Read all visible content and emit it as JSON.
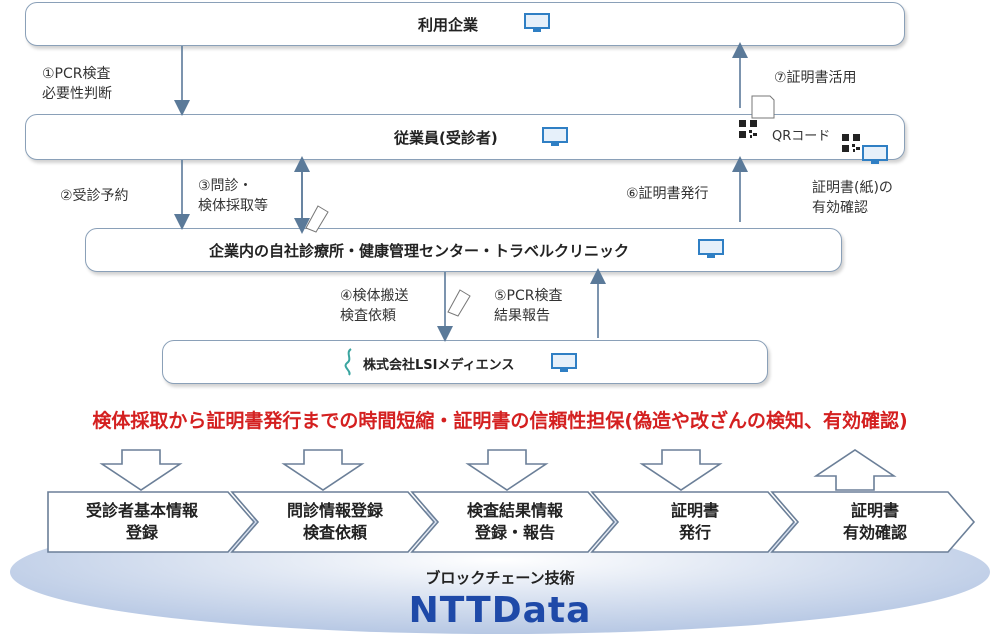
{
  "nodes": {
    "company": "利用企業",
    "employee": "従業員(受診者)",
    "clinic": "企業内の自社診療所・健康管理センター・トラベルクリニック",
    "lsi": "株式会社LSIメディエンス"
  },
  "flows": {
    "f1_line1": "①PCR検査",
    "f1_line2": "必要性判断",
    "f2": "②受診予約",
    "f3_line1": "③問診・",
    "f3_line2": "検体採取等",
    "f4_line1": "④検体搬送",
    "f4_line2": "検査依頼",
    "f5_line1": "⑤PCR検査",
    "f5_line2": "結果報告",
    "f6": "⑥証明書発行",
    "f7": "⑦証明書活用",
    "qr": "QRコード",
    "paper_line1": "証明書(紙)の",
    "paper_line2": "有効確認"
  },
  "headline": "検体採取から証明書発行までの時間短縮・証明書の信頼性担保(偽造や改ざんの検知、有効確認)",
  "steps": [
    {
      "line1": "受診者基本情報",
      "line2": "登録"
    },
    {
      "line1": "問診情報登録",
      "line2": "検査依頼"
    },
    {
      "line1": "検査結果情報",
      "line2": "登録・報告"
    },
    {
      "line1": "証明書",
      "line2": "発行"
    },
    {
      "line1": "証明書",
      "line2": "有効確認"
    }
  ],
  "blockchain_label": "ブロックチェーン技術",
  "logo_text": "NTTData",
  "colors": {
    "headline": "#d42020",
    "logo": "#1e49a8",
    "ellipse": "#c9d6ea",
    "chevron": "#ffffff",
    "stroke": "#8aa0b8"
  }
}
